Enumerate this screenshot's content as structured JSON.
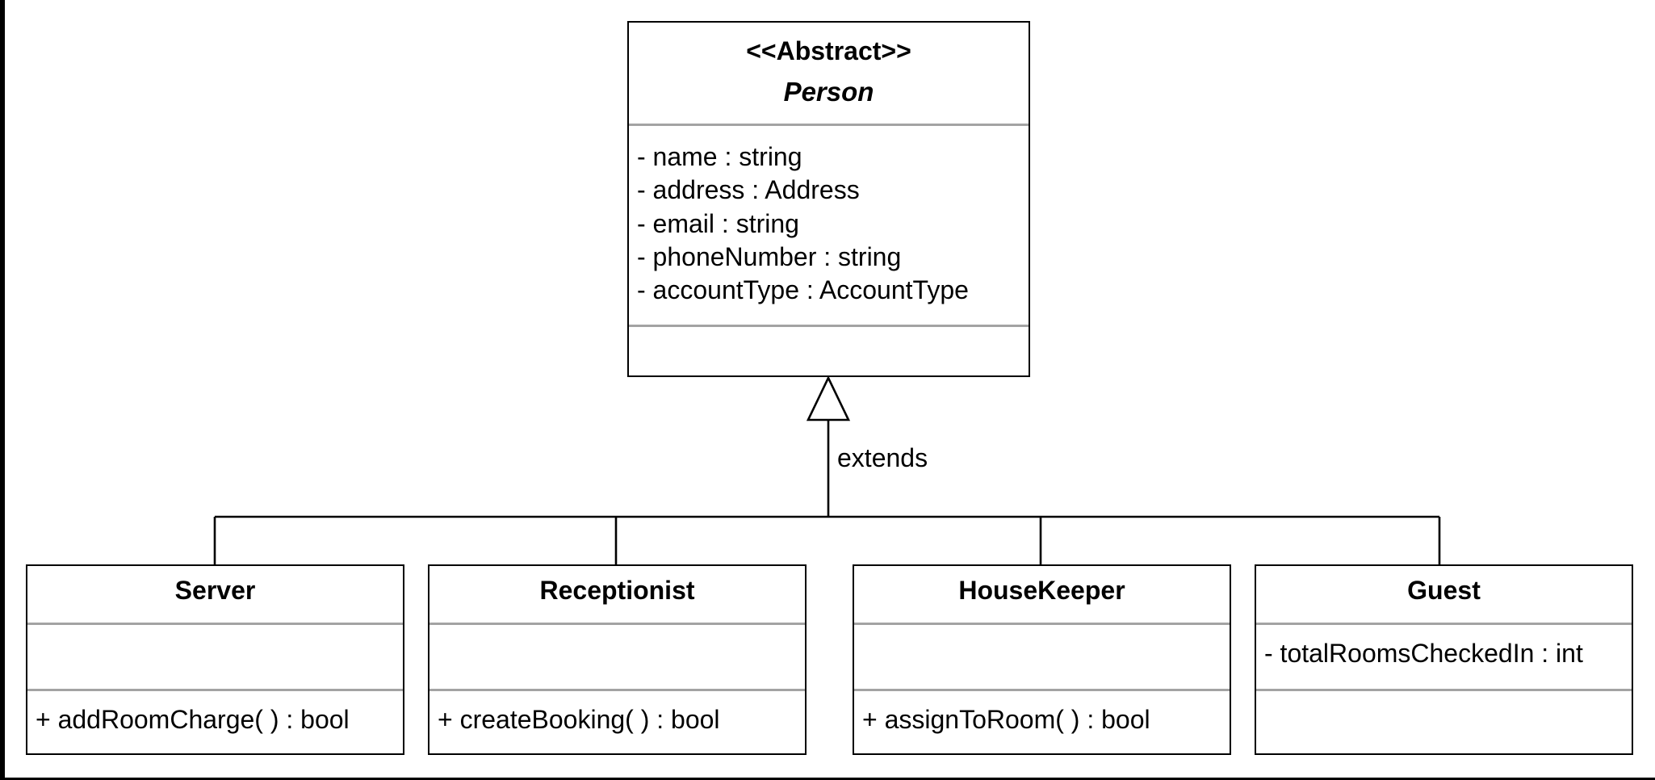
{
  "diagram": {
    "edge_label": "extends",
    "parent": {
      "stereotype": "<<Abstract>>",
      "name": "Person",
      "attributes": [
        "- name : string",
        "- address : Address",
        "- email : string",
        "- phoneNumber : string",
        "- accountType : AccountType"
      ],
      "methods": []
    },
    "children": [
      {
        "name": "Server",
        "attributes": [],
        "methods": [
          "+ addRoomCharge( ) : bool"
        ]
      },
      {
        "name": "Receptionist",
        "attributes": [],
        "methods": [
          "+ createBooking( ) : bool"
        ]
      },
      {
        "name": "HouseKeeper",
        "attributes": [],
        "methods": [
          "+ assignToRoom( ) : bool"
        ]
      },
      {
        "name": "Guest",
        "attributes": [
          "- totalRoomsCheckedIn : int"
        ],
        "methods": []
      }
    ]
  }
}
